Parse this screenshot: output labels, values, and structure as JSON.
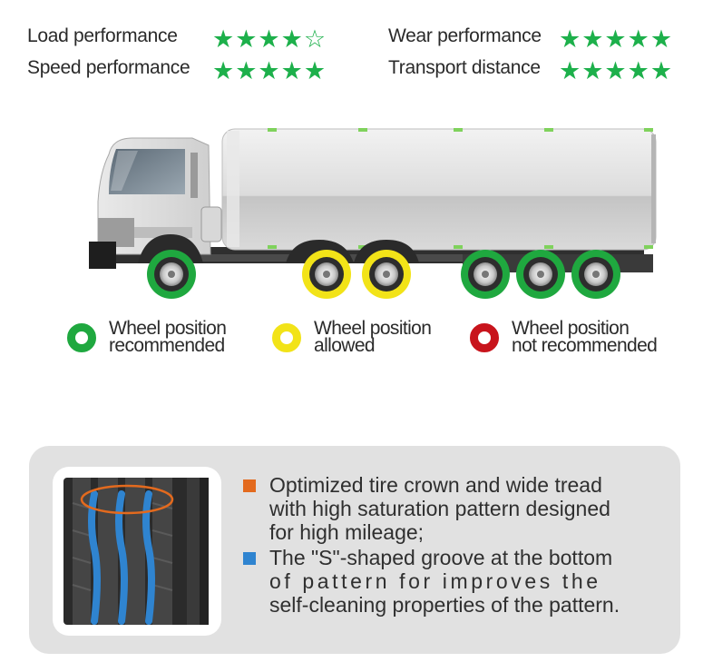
{
  "ratings": [
    {
      "label": "Load performance",
      "stars": "★★★★☆"
    },
    {
      "label": "Speed performance",
      "stars": "★★★★★"
    },
    {
      "label": "Wear performance",
      "stars": "★★★★★"
    },
    {
      "label": "Transport distance",
      "stars": "★★★★★"
    }
  ],
  "legend": [
    {
      "line1": "Wheel position",
      "line2": "recommended",
      "color": "#1fa83f"
    },
    {
      "line1": "Wheel position",
      "line2": "allowed",
      "color": "#f2e318"
    },
    {
      "line1": "Wheel position",
      "line2": "not recommended",
      "color": "#c8141c"
    }
  ],
  "features": {
    "bullet1": {
      "color": "#e36a1e",
      "lines": [
        "Optimized tire crown  and wide tread",
        "with high saturation pattern designed",
        "for high mileage;"
      ]
    },
    "bullet2": {
      "color": "#2f84d0",
      "lines": [
        "The \"S\"-shaped groove at the bottom",
        "of pattern for improves the",
        "self-cleaning properties of the pattern."
      ]
    }
  },
  "colors": {
    "star_green": "#1db04b",
    "ring_green": "#1fa83f",
    "ring_yellow": "#f2e318",
    "ring_red": "#c8141c",
    "panel_bg": "#e1e1e1"
  }
}
